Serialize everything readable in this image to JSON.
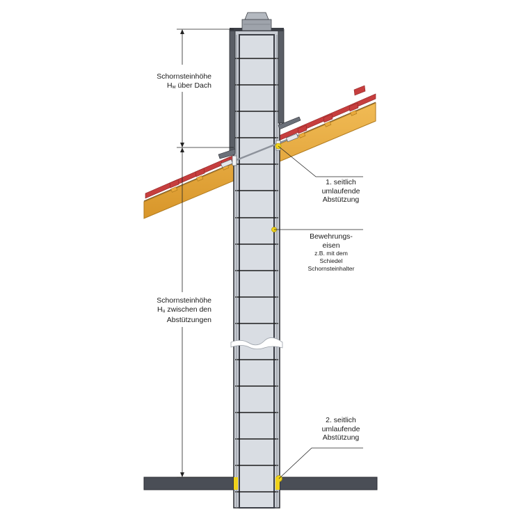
{
  "labels": {
    "height_above_roof": {
      "line1": "Schornsteinhöhe",
      "line2_prefix": "H",
      "line2_sub": "w",
      "line2_rest": " über Dach"
    },
    "height_between_supports": {
      "line1": "Schornsteinhöhe",
      "line2_prefix": "H",
      "line2_sub": "u",
      "line2_rest": " zwischen den",
      "line3": "Abstützungen"
    },
    "support_1": {
      "line1": "1. seitlich",
      "line2": "umlaufende",
      "line3": "Abstützung"
    },
    "reinforcement": {
      "line1": "Bewehrungs-",
      "line2": "eisen",
      "line3": "z.B. mit dem",
      "line4": "Schiedel",
      "line5": "Schornsteinhalter"
    },
    "support_2": {
      "line1": "2. seitlich",
      "line2": "umlaufende",
      "line3": "Abstützung"
    }
  },
  "colors": {
    "background": "#ffffff",
    "block_fill": "#d9dde3",
    "block_joint": "#1c1c1c",
    "flue_lining": "#3a3d45",
    "cladding": "#5a5e66",
    "rafter": "#e3a53a",
    "rafter_edge": "#b07a1e",
    "tile": "#c63e3e",
    "batten": "#e9a93b",
    "marker": "#f0d21a",
    "floor": "#4a4e56",
    "dimension_line": "#222222"
  }
}
